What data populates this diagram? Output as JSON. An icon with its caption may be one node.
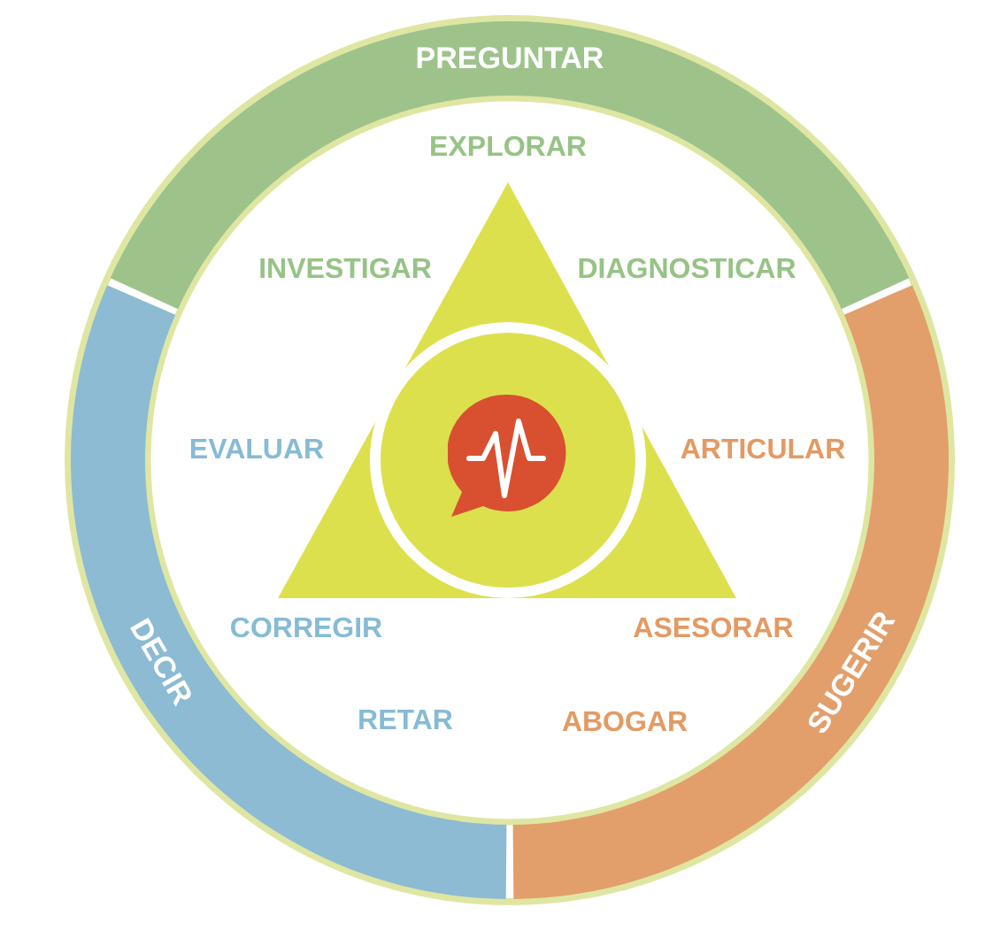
{
  "diagram": {
    "nodes": [
      {
        "text": [
          "PREGUNTAR"
        ],
        "beside": [
          "EXPLORAR",
          "INVESTIGAR",
          "DIAGNOSTICAR"
        ]
      },
      {
        "text": [
          "DECIR"
        ],
        "beside": [
          "EVALUAR",
          "CORREGIR",
          "RETAR"
        ]
      },
      {
        "text": [
          "SUGERIR"
        ],
        "beside": [
          "ARTICULAR",
          "ASESORAR",
          "ABOGAR"
        ]
      }
    ]
  }
}
